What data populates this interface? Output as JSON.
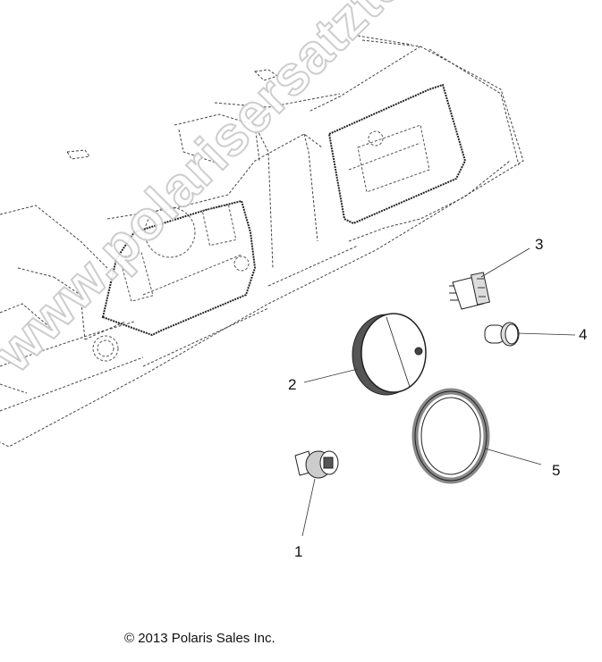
{
  "diagram": {
    "type": "exploded parts diagram",
    "subject": "Dashboard / instrument panel with gauges and switches",
    "callouts": [
      {
        "number": "1",
        "part": "ignition switch"
      },
      {
        "number": "2",
        "part": "instrument gauge / speedometer"
      },
      {
        "number": "3",
        "part": "rocker switch"
      },
      {
        "number": "4",
        "part": "power outlet / socket"
      },
      {
        "number": "5",
        "part": "gauge retaining ring"
      }
    ],
    "watermark": "www.polarisersatzteile.de",
    "copyright": "© 2013 Polaris Sales Inc."
  },
  "colors": {
    "line": "#333333",
    "watermark": "#d0d0d0",
    "background": "#ffffff"
  }
}
